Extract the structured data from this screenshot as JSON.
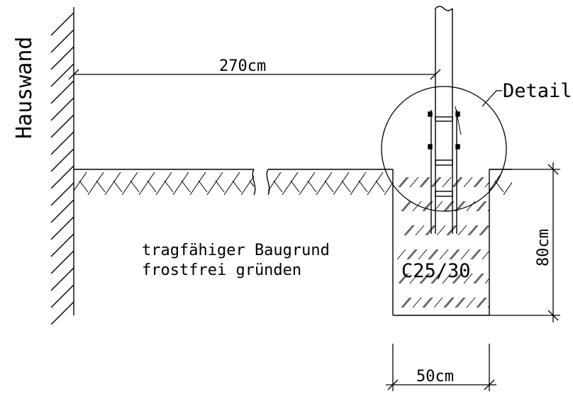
{
  "labels": {
    "wall": "Hauswand",
    "width_dim": "270cm",
    "detail": "Detail",
    "ground_line1": "tragfähiger Baugrund",
    "ground_line2": "frostfrei gründen",
    "concrete": "C25/30",
    "depth_dim": "80cm",
    "footing_width": "50cm"
  },
  "colors": {
    "line": "#000000",
    "background": "#ffffff"
  }
}
